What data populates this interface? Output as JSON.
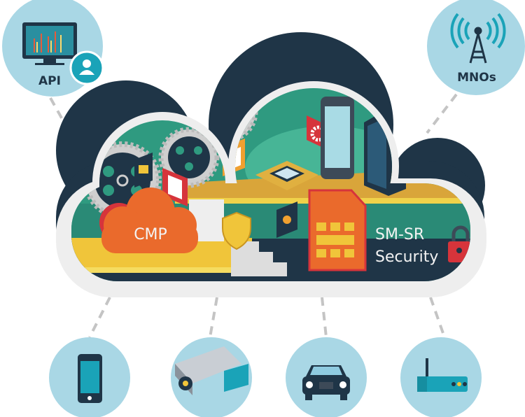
{
  "nodes": {
    "api": {
      "label": "API",
      "icon": "monitor-chart-user-icon"
    },
    "mnos": {
      "label": "MNOs",
      "icon": "cell-tower-icon"
    },
    "devices": [
      {
        "icon": "smartphone-icon"
      },
      {
        "icon": "security-camera-icon"
      },
      {
        "icon": "car-icon"
      },
      {
        "icon": "router-icon"
      }
    ]
  },
  "cloud": {
    "cmp_label": "CMP",
    "smsr_line1": "SM-SR",
    "smsr_line2": "Security"
  },
  "colors": {
    "circle": "#a9d7e5",
    "cloud_dark": "#1f3547",
    "teal": "#2f9a80",
    "yellow": "#f0c53a",
    "orange": "#e8692a",
    "red": "#d6343b"
  }
}
